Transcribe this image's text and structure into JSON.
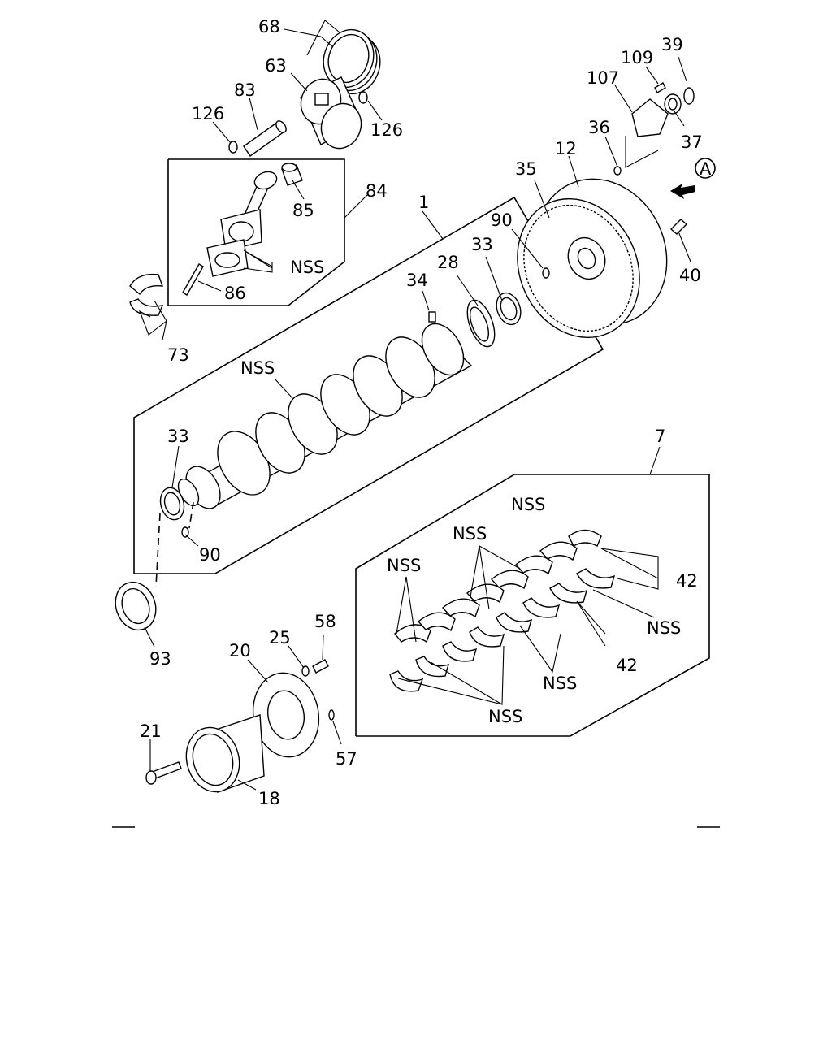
{
  "diagram": {
    "callouts": {
      "c68": "68",
      "c63": "63",
      "c83": "83",
      "c126a": "126",
      "c126b": "126",
      "c84": "84",
      "c85": "85",
      "nss_rod": "NSS",
      "c86": "86",
      "c73": "73",
      "c1": "1",
      "c107": "107",
      "c109": "109",
      "c39": "39",
      "c37": "37",
      "c36": "36",
      "c12": "12",
      "c35": "35",
      "c90a": "90",
      "c33a": "33",
      "c28": "28",
      "c34": "34",
      "c40": "40",
      "nss_crank": "NSS",
      "c33b": "33",
      "c90b": "90",
      "c93": "93",
      "c7": "7",
      "nss_b1": "NSS",
      "nss_b2": "NSS",
      "nss_b3": "NSS",
      "c42a": "42",
      "nss_b4": "NSS",
      "c42b": "42",
      "nss_b5": "NSS",
      "nss_b6": "NSS",
      "c58": "58",
      "c25": "25",
      "c20": "20",
      "c21": "21",
      "c57": "57",
      "c18": "18"
    },
    "view_marker": "A"
  }
}
